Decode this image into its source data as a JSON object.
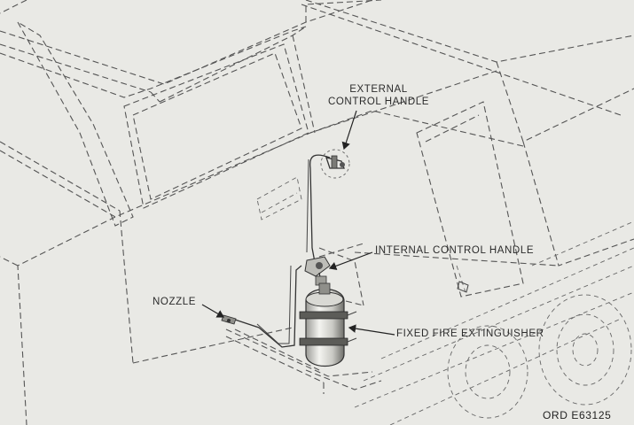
{
  "labels": {
    "external_line1": "EXTERNAL",
    "external_line2": "CONTROL HANDLE",
    "internal": "INTERNAL CONTROL HANDLE",
    "nozzle": "NOZZLE",
    "extinguisher": "FIXED FIRE EXTINGUISHER",
    "figure_code": "ORD E63125"
  }
}
